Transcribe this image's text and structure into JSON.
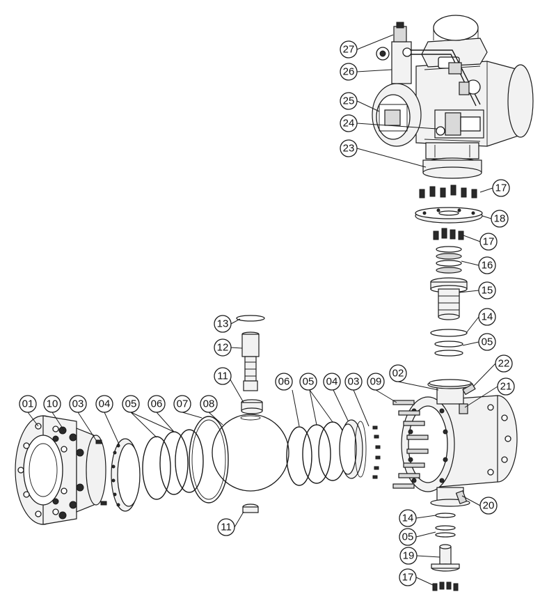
{
  "callouts": [
    {
      "id": "c01",
      "label": "01"
    },
    {
      "id": "c10",
      "label": "10"
    },
    {
      "id": "c03a",
      "label": "03"
    },
    {
      "id": "c04a",
      "label": "04"
    },
    {
      "id": "c05a",
      "label": "05"
    },
    {
      "id": "c06a",
      "label": "06"
    },
    {
      "id": "c07",
      "label": "07"
    },
    {
      "id": "c08",
      "label": "08"
    },
    {
      "id": "c11a",
      "label": "11"
    },
    {
      "id": "c12",
      "label": "12"
    },
    {
      "id": "c13",
      "label": "13"
    },
    {
      "id": "c11b",
      "label": "11"
    },
    {
      "id": "c06b",
      "label": "06"
    },
    {
      "id": "c05b",
      "label": "05"
    },
    {
      "id": "c04b",
      "label": "04"
    },
    {
      "id": "c03b",
      "label": "03"
    },
    {
      "id": "c09",
      "label": "09"
    },
    {
      "id": "c02",
      "label": "02"
    },
    {
      "id": "c22",
      "label": "22"
    },
    {
      "id": "c21",
      "label": "21"
    },
    {
      "id": "c20",
      "label": "20"
    },
    {
      "id": "c14a",
      "label": "14"
    },
    {
      "id": "c05c",
      "label": "05"
    },
    {
      "id": "c19",
      "label": "19"
    },
    {
      "id": "c17a",
      "label": "17"
    },
    {
      "id": "c17b",
      "label": "17"
    },
    {
      "id": "c18",
      "label": "18"
    },
    {
      "id": "c17c",
      "label": "17"
    },
    {
      "id": "c16",
      "label": "16"
    },
    {
      "id": "c15",
      "label": "15"
    },
    {
      "id": "c14b",
      "label": "14"
    },
    {
      "id": "c05d",
      "label": "05"
    },
    {
      "id": "c23",
      "label": "23"
    },
    {
      "id": "c24",
      "label": "24"
    },
    {
      "id": "c25",
      "label": "25"
    },
    {
      "id": "c26",
      "label": "26"
    },
    {
      "id": "c27",
      "label": "27"
    }
  ]
}
